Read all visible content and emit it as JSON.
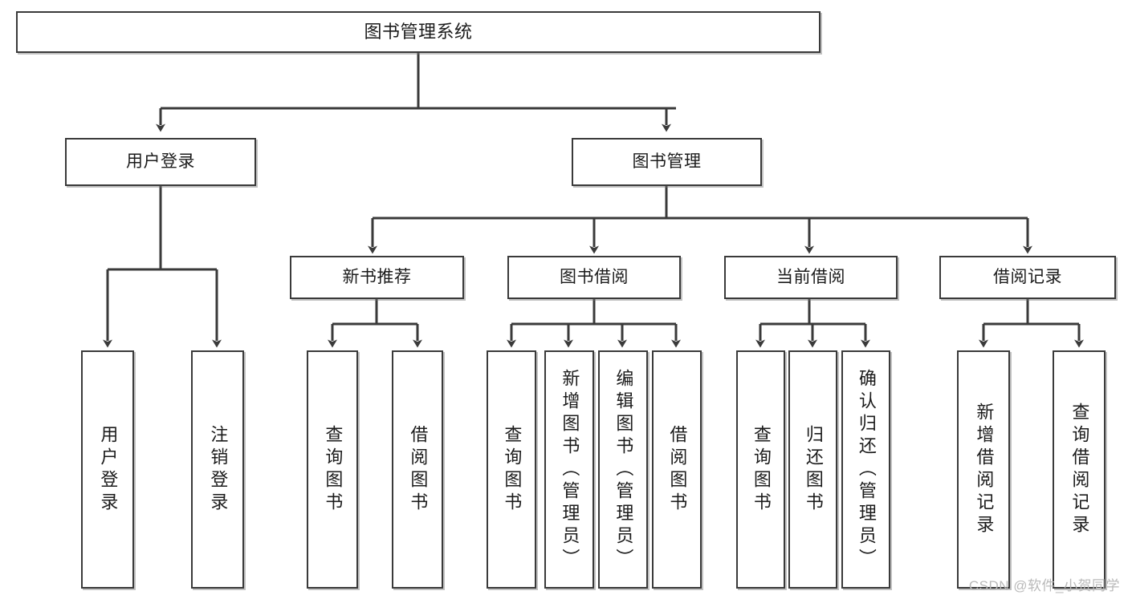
{
  "diagram": {
    "title": "图书管理系统",
    "type": "hierarchy-tree",
    "watermark": "CSDN @软件_小贺同学",
    "colors": {
      "stroke": "#3a3a3a",
      "fill": "#ffffff",
      "text": "#1b1b1b",
      "watermark": "#b9b9b9"
    },
    "root": {
      "label": "图书管理系统"
    },
    "level2": [
      {
        "label": "用户登录"
      },
      {
        "label": "图书管理"
      }
    ],
    "level3": [
      {
        "label": "新书推荐"
      },
      {
        "label": "图书借阅"
      },
      {
        "label": "当前借阅"
      },
      {
        "label": "借阅记录"
      }
    ],
    "leaves": {
      "user_login": [
        {
          "label": "用户登录"
        },
        {
          "label": "注销登录"
        }
      ],
      "new_book_recommend": [
        {
          "label": "查询图书"
        },
        {
          "label": "借阅图书"
        }
      ],
      "book_borrow": [
        {
          "label": "查询图书"
        },
        {
          "label": "新增图书（管理员）"
        },
        {
          "label": "编辑图书（管理员）"
        },
        {
          "label": "借阅图书"
        }
      ],
      "current_borrow": [
        {
          "label": "查询图书"
        },
        {
          "label": "归还图书"
        },
        {
          "label": "确认归还（管理员）"
        }
      ],
      "borrow_records": [
        {
          "label": "新增借阅记录"
        },
        {
          "label": "查询借阅记录"
        }
      ]
    }
  }
}
